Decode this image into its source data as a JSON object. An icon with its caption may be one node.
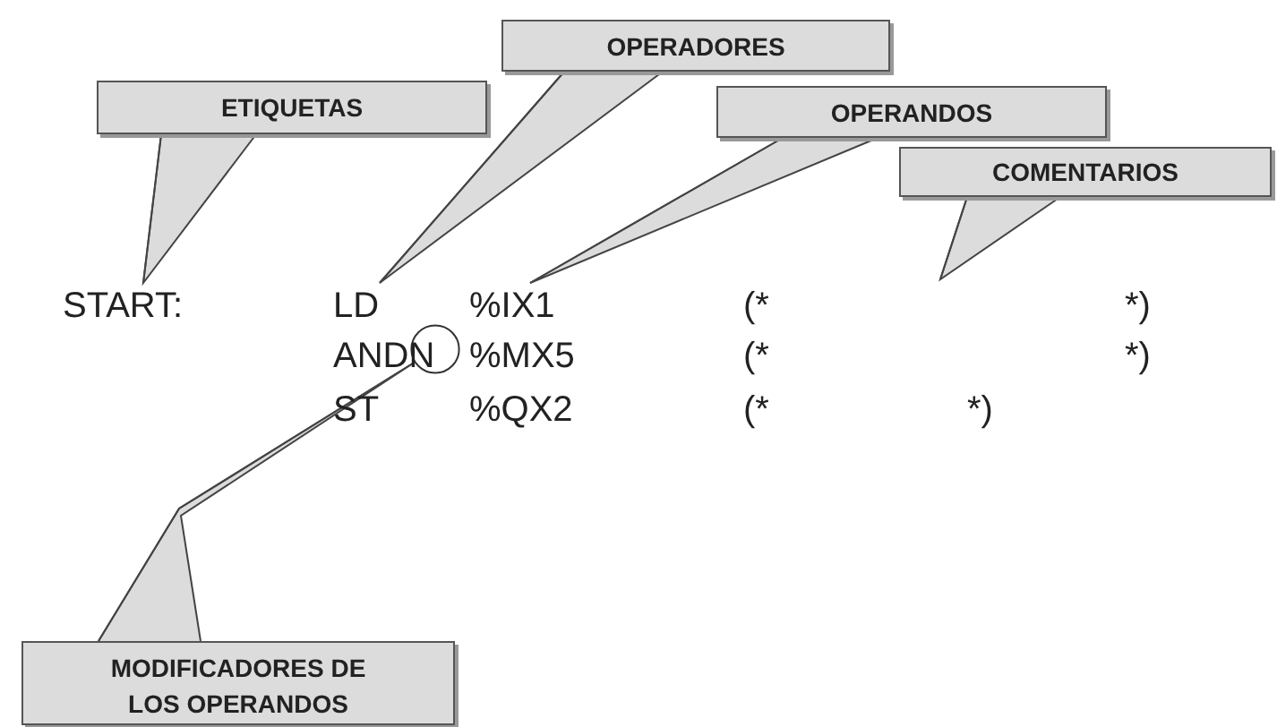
{
  "diagram": {
    "nodes": [
      {
        "text": [
          "ETIQUETAS"
        ]
      },
      {
        "text": [
          "OPERADORES"
        ]
      },
      {
        "text": [
          "OPERANDOS"
        ]
      },
      {
        "text": [
          "COMENTARIOS"
        ]
      },
      {
        "text": [
          "START:"
        ]
      },
      {
        "text": [
          "LD"
        ]
      },
      {
        "text": [
          "%IX1"
        ]
      },
      {
        "text": [],
        "shape": "circle"
      },
      {
        "text": [
          "MODIFICADORES DE LOS OPERANDOS"
        ]
      }
    ],
    "edges": [
      {
        "from": 0,
        "to": 4,
        "arrow": "none"
      },
      {
        "from": 1,
        "to": 5,
        "arrow": "none"
      },
      {
        "from": 2,
        "to": 6,
        "arrow": "none"
      },
      {
        "from": 3,
        "to": null,
        "arrow": "none"
      },
      {
        "from": 8,
        "to": 7,
        "arrow": "none"
      }
    ],
    "labels": [
      "(*",
      "*)",
      "ANDN",
      "%MX5",
      "(*",
      "*)",
      "ST",
      "%QX2",
      "(*",
      "*)"
    ]
  }
}
